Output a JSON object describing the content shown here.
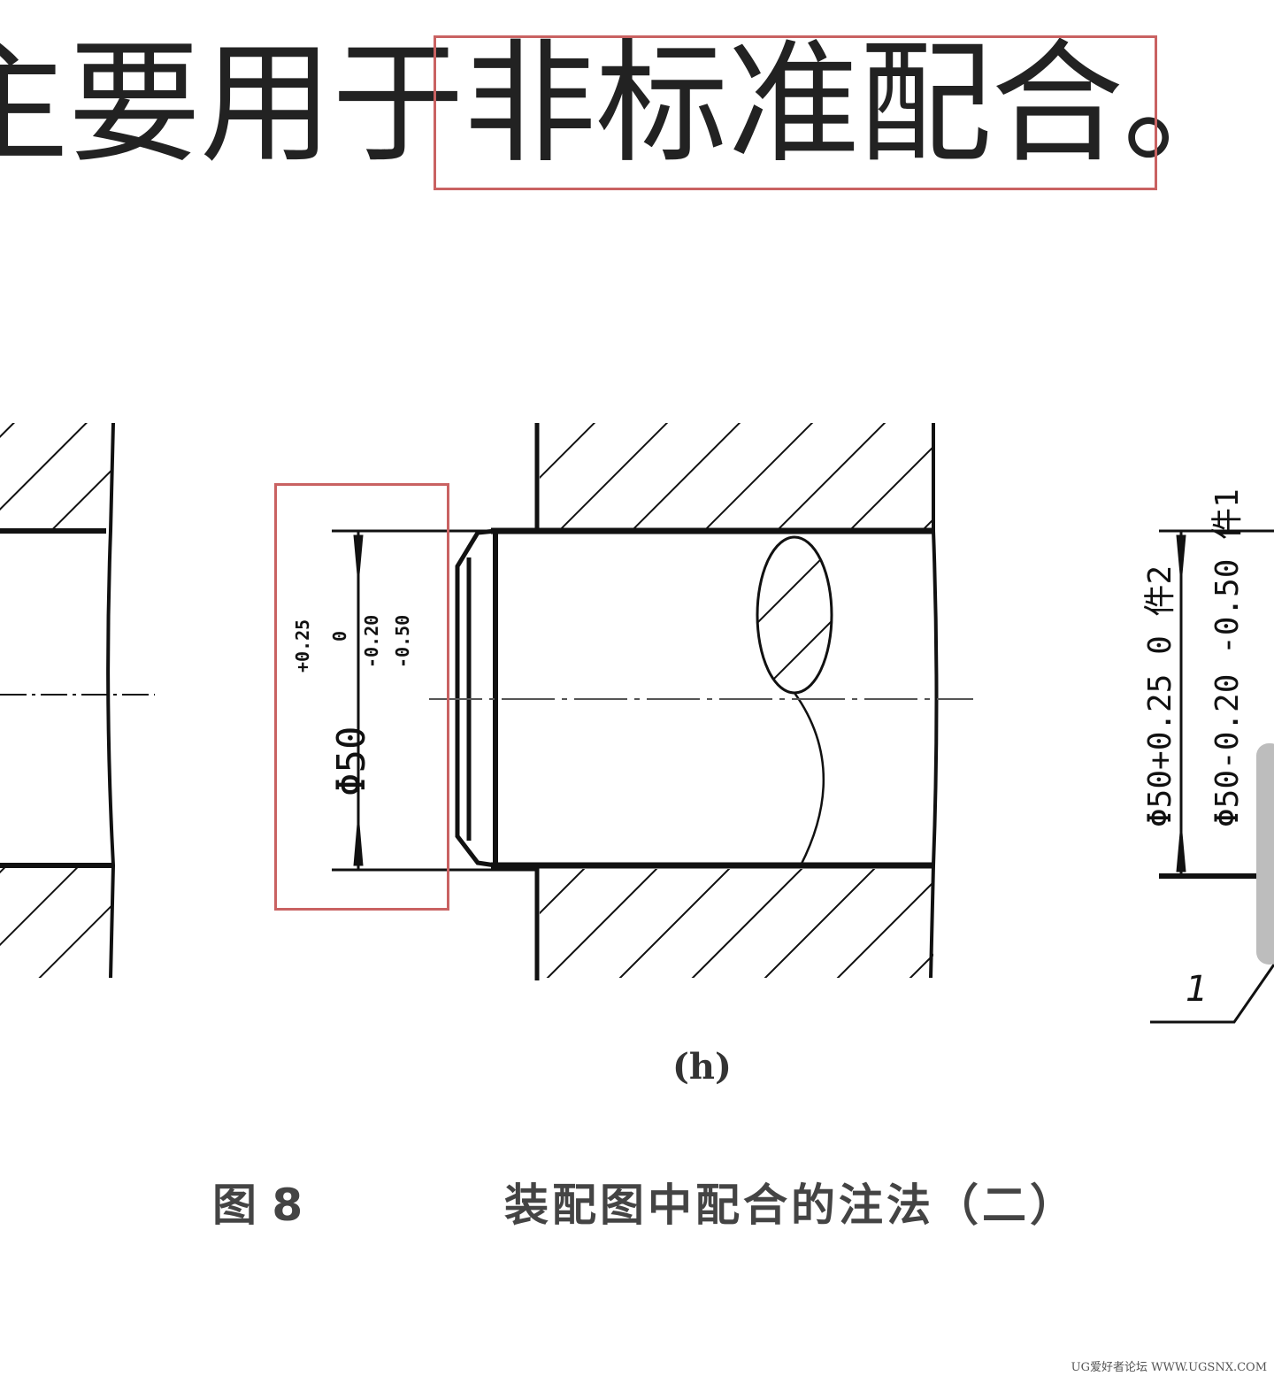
{
  "heading": {
    "text": "主要用于非标准配合。"
  },
  "figure": {
    "left_dimension": {
      "nominal": "Φ50",
      "hole_upper": "+0.25",
      "hole_lower": "0",
      "shaft_upper": "-0.20",
      "shaft_lower": "-0.50"
    },
    "right_dimension": {
      "hole": "Φ50+0.25 0",
      "hole_part": "件2",
      "shaft": "Φ50-0.20 -0.50",
      "shaft_part": "件1"
    },
    "leader_label": "1",
    "sub_label": "(h)",
    "caption_number": "图 8",
    "caption_title": "装配图中配合的注法（二）"
  },
  "watermark": "UG爱好者论坛 WWW.UGSNX.COM",
  "colors": {
    "highlight_box": "#c96262",
    "text": "#222222"
  }
}
